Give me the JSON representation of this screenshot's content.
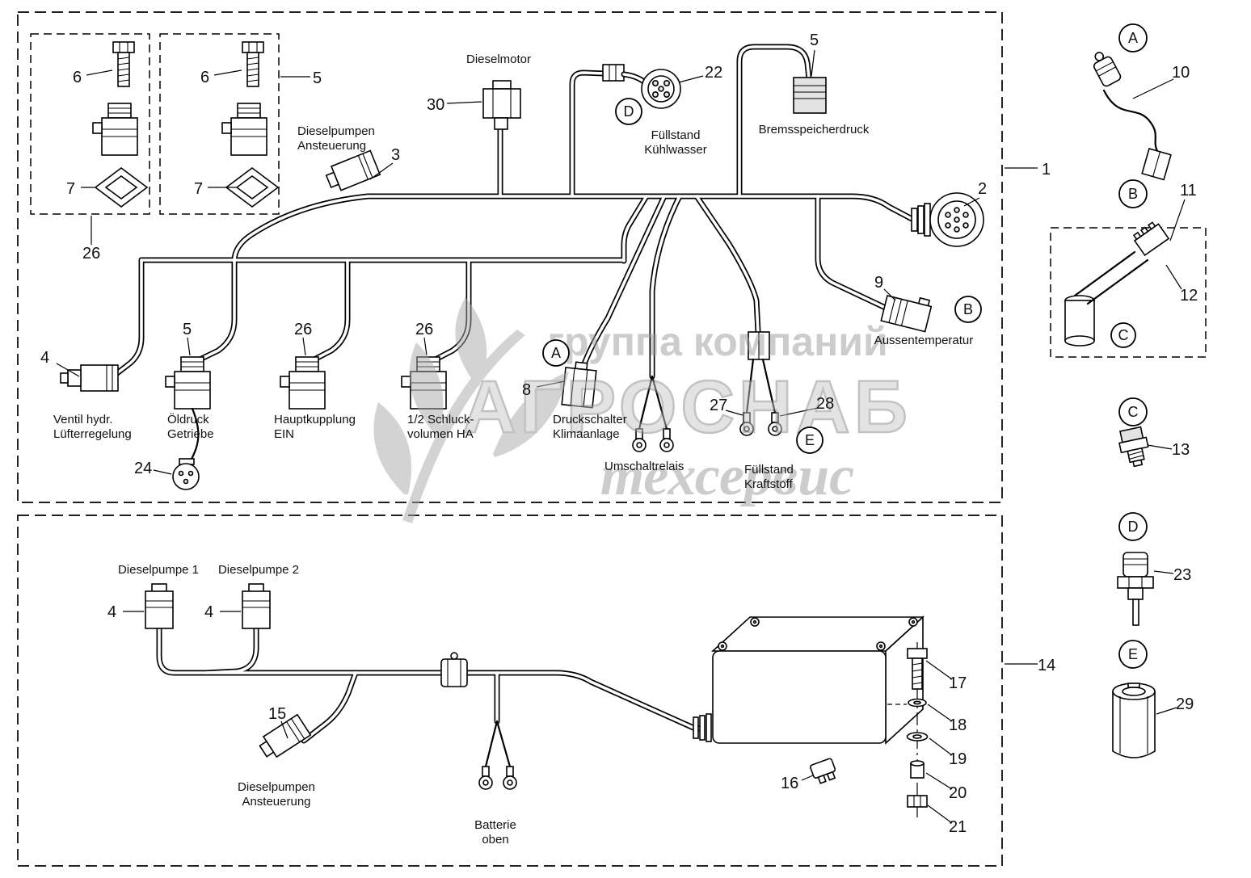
{
  "diagram": {
    "type": "wiring-harness-parts-diagram",
    "colors": {
      "line": "#000000",
      "background": "#ffffff",
      "watermark_gray": "#9a9a9a"
    }
  },
  "watermark": {
    "top": "группа компаний",
    "main": "АГРОСНАБ",
    "bottom": "техсервис"
  },
  "callouts": {
    "a": "A",
    "b": "B",
    "c": "C",
    "d": "D",
    "e": "E"
  },
  "numbers": {
    "n1": "1",
    "n2": "2",
    "n3": "3",
    "n4": "4",
    "n5": "5",
    "n6": "6",
    "n7": "7",
    "n8": "8",
    "n9": "9",
    "n10": "10",
    "n11": "11",
    "n12": "12",
    "n13": "13",
    "n14": "14",
    "n15": "15",
    "n16": "16",
    "n17": "17",
    "n18": "18",
    "n19": "19",
    "n20": "20",
    "n21": "21",
    "n22": "22",
    "n23": "23",
    "n24": "24",
    "n26": "26",
    "n27": "27",
    "n28": "28",
    "n29": "29",
    "n30": "30"
  },
  "labels": {
    "dieselmotor": "Dieselmotor",
    "dieselpumpen_top_1": "Dieselpumpen",
    "dieselpumpen_top_2": "Ansteuerung",
    "fuellstand_kw_1": "Füllstand",
    "fuellstand_kw_2": "Kühlwasser",
    "bremsspeicherdruck": "Bremsspeicherdruck",
    "aussentemperatur": "Aussentemperatur",
    "ventil_1": "Ventil hydr.",
    "ventil_2": "Lüfterregelung",
    "oeldruck_1": "Öldruck",
    "oeldruck_2": "Getriebe",
    "hauptkupplung_1": "Hauptkupplung",
    "hauptkupplung_2": "EIN",
    "schluck_1": "1/2 Schluck-",
    "schluck_2": "volumen HA",
    "druckschalter_1": "Druckschalter",
    "druckschalter_2": "Klimaanlage",
    "umschaltrelais": "Umschaltrelais",
    "fuellstand_ks_1": "Füllstand",
    "fuellstand_ks_2": "Kraftstoff",
    "dieselpumpe1": "Dieselpumpe 1",
    "dieselpumpe2": "Dieselpumpe 2",
    "dieselpumpen_bot_1": "Dieselpumpen",
    "dieselpumpen_bot_2": "Ansteuerung",
    "batterie_1": "Batterie",
    "batterie_2": "oben"
  }
}
